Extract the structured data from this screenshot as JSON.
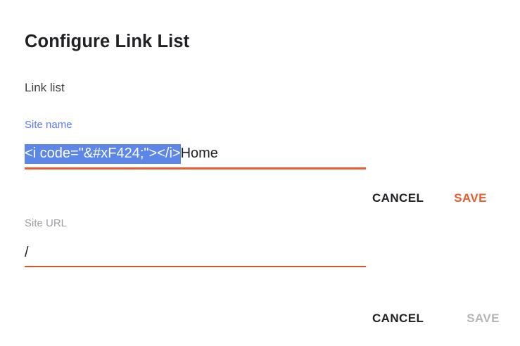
{
  "dialog": {
    "title": "Configure Link List",
    "section_heading": "Link list"
  },
  "fields": {
    "site_name": {
      "label": "Site name",
      "selected_text": "<i code=\"&#xF424;\"></i>",
      "trailing_text": "Home",
      "full_value": "<i code=\"&#xF424;\"></i>Home",
      "placeholder": "Site name",
      "state": "focused",
      "underline_color": "#ea5c2b",
      "label_color": "#5c7cfa",
      "selection_color": "#5c86e8"
    },
    "site_url": {
      "label": "Site URL",
      "value": "/",
      "placeholder": "Site URL",
      "state": "filled",
      "underline_color": "#d4582b",
      "label_color": "#9aa0a6"
    }
  },
  "actions": {
    "row_one": {
      "cancel_label": "CANCEL",
      "save_label": "SAVE",
      "save_enabled": true,
      "save_color": "#ea5c2b",
      "cancel_color": "#202124"
    },
    "row_two": {
      "cancel_label": "CANCEL",
      "save_label": "SAVE",
      "save_enabled": false,
      "save_color": "#b6b6b6",
      "cancel_color": "#202124"
    }
  }
}
